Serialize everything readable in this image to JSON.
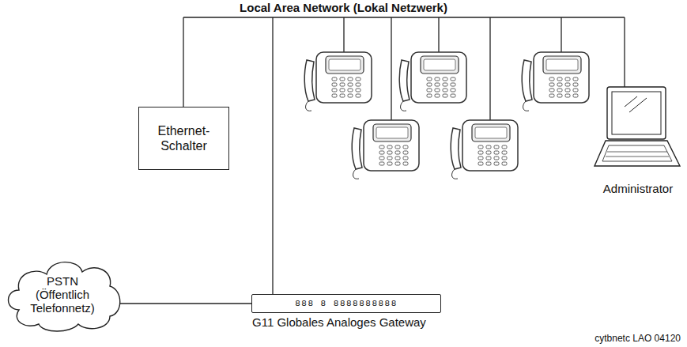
{
  "diagram": {
    "title": "Local Area Network (Lokal Netzwerk)",
    "caption": "cytbnetc LAO 04120",
    "nodes": [
      {
        "text": [
          "Ethernet-Schalter"
        ]
      },
      {
        "text": [
          "Administrator"
        ]
      },
      {
        "text": [
          "PSTN (Öffentlich Telefonnetz)"
        ]
      },
      {
        "text": [
          "888 8 8888888888",
          "G11 Globales Analoges Gateway"
        ]
      }
    ],
    "edges": [
      {
        "from": 2,
        "to": 3,
        "arrow": "none"
      }
    ]
  }
}
